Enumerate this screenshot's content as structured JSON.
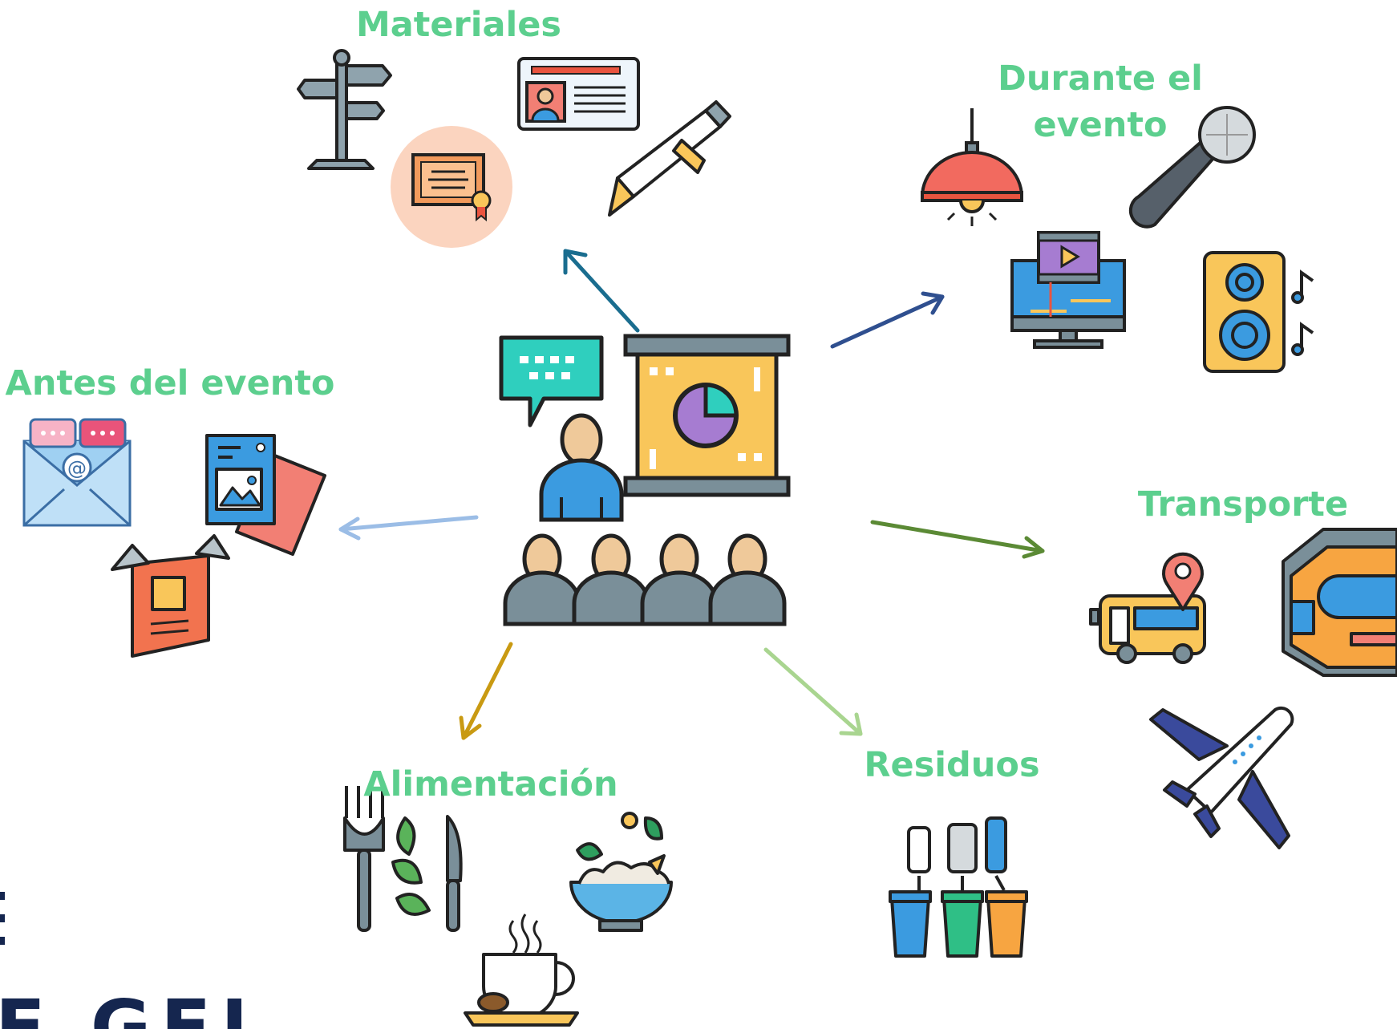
{
  "labels": {
    "materiales": "Materiales",
    "durante_line1": "Durante el",
    "durante_line2": "evento",
    "antes": "Antes del evento",
    "transporte": "Transporte",
    "residuos": "Residuos",
    "alimentacion": "Alimentación"
  },
  "footer": {
    "text": "E GEI"
  },
  "colors": {
    "label_green": "#5ccf8e",
    "arrow_materiales": "#1a6d8f",
    "arrow_durante": "#2f4f8f",
    "arrow_antes": "#9bbde6",
    "arrow_transporte": "#5b8a35",
    "arrow_alimentacion": "#c99a12",
    "arrow_residuos": "#a9d590",
    "footer_navy": "#15264f"
  },
  "icons": {
    "center": "presentation-audience-icon",
    "materiales": [
      "signpost-icon",
      "certificate-icon",
      "id-badge-icon",
      "fountain-pen-icon"
    ],
    "durante": [
      "pendant-lamp-icon",
      "microphone-icon",
      "video-monitor-icon",
      "speaker-icon"
    ],
    "antes": [
      "email-envelope-icon",
      "photo-cards-icon",
      "poster-icon"
    ],
    "transporte": [
      "bus-location-icon",
      "train-icon",
      "airplane-icon"
    ],
    "alimentacion": [
      "fork-knife-leaves-icon",
      "salad-bowl-icon",
      "coffee-cup-icon"
    ],
    "residuos": [
      "recycling-bins-icon"
    ]
  }
}
